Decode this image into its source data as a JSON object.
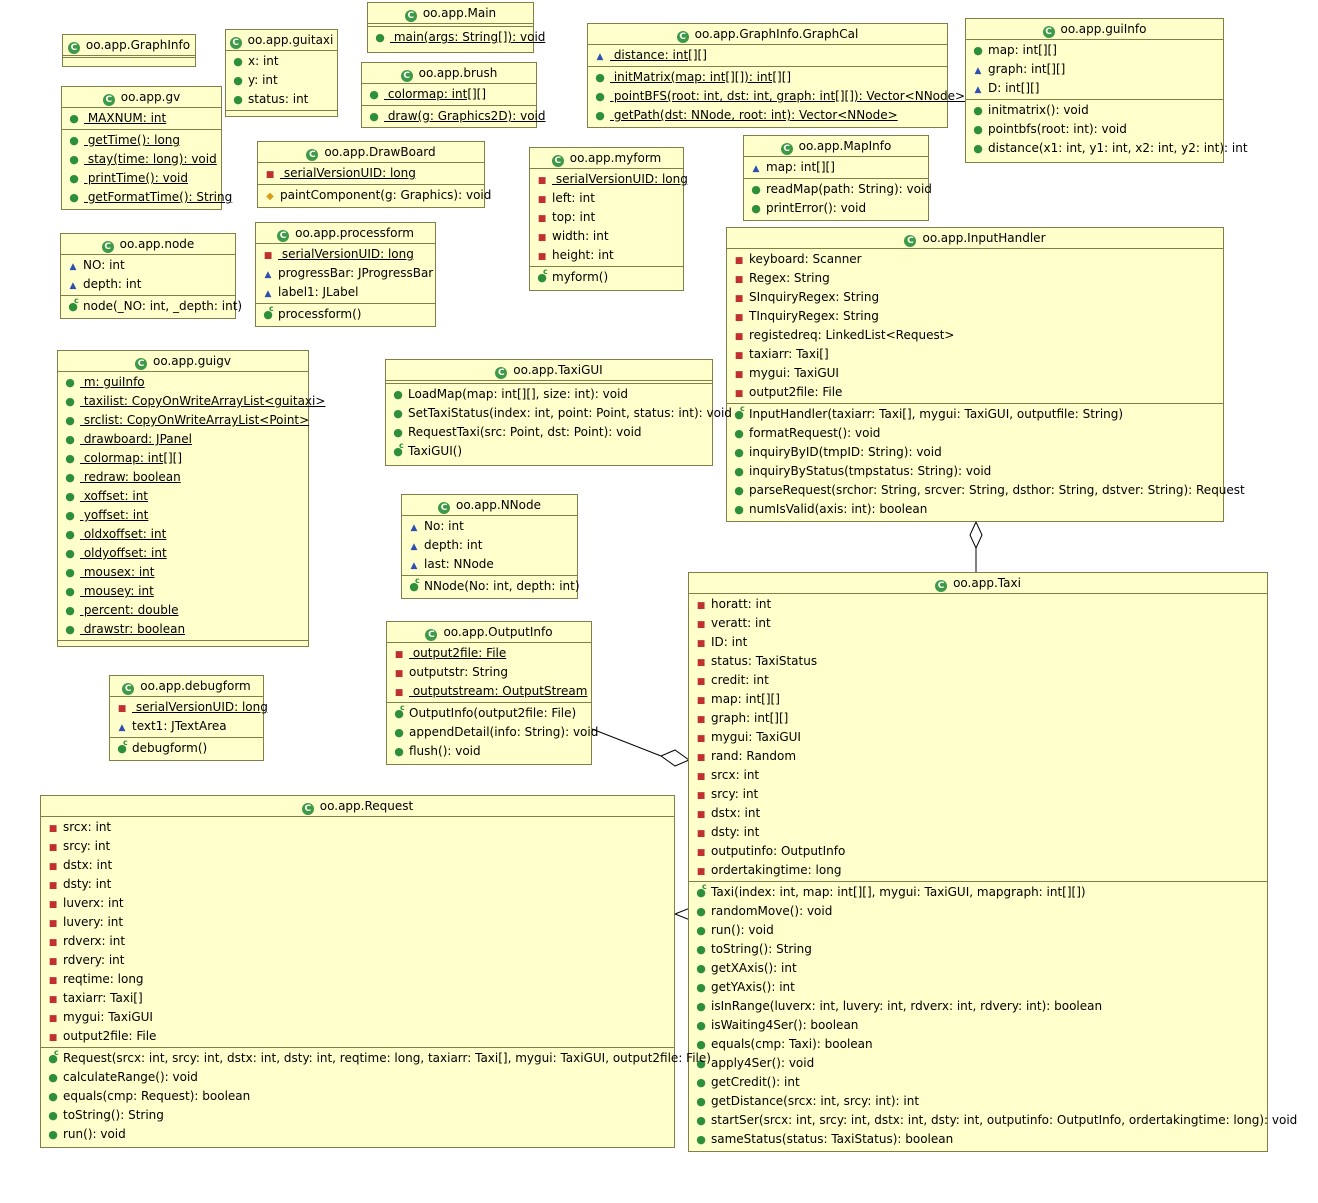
{
  "classes": {
    "graphinfo": {
      "name": "oo.app.GraphInfo",
      "attrs": [],
      "ops": []
    },
    "guitaxi": {
      "name": "oo.app.guitaxi",
      "attrs": [
        {
          "v": "public",
          "t": "x: int"
        },
        {
          "v": "public",
          "t": "y: int"
        },
        {
          "v": "public",
          "t": "status: int"
        }
      ],
      "ops": []
    },
    "main": {
      "name": "oo.app.Main",
      "attrs": [],
      "ops": [
        {
          "v": "public",
          "t": " main(args: String[]): void",
          "s": true
        }
      ]
    },
    "brush": {
      "name": "oo.app.brush",
      "attrs": [
        {
          "v": "public",
          "t": " colormap: int[][]",
          "s": true
        }
      ],
      "ops": [
        {
          "v": "public",
          "t": " draw(g: Graphics2D): void",
          "s": true
        }
      ]
    },
    "graphcal": {
      "name": "oo.app.GraphInfo.GraphCal",
      "attrs": [
        {
          "v": "package",
          "t": " distance: int[][]",
          "s": true
        }
      ],
      "ops": [
        {
          "v": "public",
          "t": " initMatrix(map: int[][]): int[][]",
          "s": true
        },
        {
          "v": "public",
          "t": " pointBFS(root: int, dst: int, graph: int[][]): Vector<NNode>",
          "s": true
        },
        {
          "v": "public",
          "t": " getPath(dst: NNode, root: int): Vector<NNode>",
          "s": true
        }
      ]
    },
    "guiinfo": {
      "name": "oo.app.guiInfo",
      "attrs": [
        {
          "v": "public",
          "t": "map: int[][]"
        },
        {
          "v": "package",
          "t": "graph: int[][]"
        },
        {
          "v": "package",
          "t": "D: int[][]"
        }
      ],
      "ops": [
        {
          "v": "public",
          "t": "initmatrix(): void"
        },
        {
          "v": "public",
          "t": "pointbfs(root: int): void"
        },
        {
          "v": "public",
          "t": "distance(x1: int, y1: int, x2: int, y2: int): int"
        }
      ]
    },
    "gv": {
      "name": "oo.app.gv",
      "attrs": [
        {
          "v": "public",
          "t": " MAXNUM: int",
          "s": true
        }
      ],
      "ops": [
        {
          "v": "public",
          "t": " getTime(): long",
          "s": true
        },
        {
          "v": "public",
          "t": " stay(time: long): void",
          "s": true
        },
        {
          "v": "public",
          "t": " printTime(): void",
          "s": true
        },
        {
          "v": "public",
          "t": " getFormatTime(): String",
          "s": true
        }
      ]
    },
    "drawboard": {
      "name": "oo.app.DrawBoard",
      "attrs": [
        {
          "v": "private",
          "t": " serialVersionUID: long",
          "s": true
        }
      ],
      "ops": [
        {
          "v": "protected",
          "t": "paintComponent(g: Graphics): void"
        }
      ]
    },
    "myform": {
      "name": "oo.app.myform",
      "attrs": [
        {
          "v": "private",
          "t": " serialVersionUID: long",
          "s": true
        },
        {
          "v": "private",
          "t": "left: int"
        },
        {
          "v": "private",
          "t": "top: int"
        },
        {
          "v": "private",
          "t": "width: int"
        },
        {
          "v": "private",
          "t": "height: int"
        }
      ],
      "ops": [
        {
          "v": "ctor",
          "t": "myform()"
        }
      ]
    },
    "mapinfo": {
      "name": "oo.app.MapInfo",
      "attrs": [
        {
          "v": "package",
          "t": "map: int[][]"
        }
      ],
      "ops": [
        {
          "v": "public",
          "t": "readMap(path: String): void"
        },
        {
          "v": "public",
          "t": "printError(): void"
        }
      ]
    },
    "node": {
      "name": "oo.app.node",
      "attrs": [
        {
          "v": "package",
          "t": "NO: int"
        },
        {
          "v": "package",
          "t": "depth: int"
        }
      ],
      "ops": [
        {
          "v": "ctor",
          "t": "node(_NO: int, _depth: int)"
        }
      ]
    },
    "processform": {
      "name": "oo.app.processform",
      "attrs": [
        {
          "v": "private",
          "t": " serialVersionUID: long",
          "s": true
        },
        {
          "v": "package",
          "t": "progressBar: JProgressBar"
        },
        {
          "v": "package",
          "t": "label1: JLabel"
        }
      ],
      "ops": [
        {
          "v": "ctor",
          "t": "processform()"
        }
      ]
    },
    "inputhandler": {
      "name": "oo.app.InputHandler",
      "attrs": [
        {
          "v": "private",
          "t": "keyboard: Scanner"
        },
        {
          "v": "private",
          "t": "Regex: String"
        },
        {
          "v": "private",
          "t": "SInquiryRegex: String"
        },
        {
          "v": "private",
          "t": "TInquiryRegex: String"
        },
        {
          "v": "private",
          "t": "registedreq: LinkedList<Request>"
        },
        {
          "v": "private",
          "t": "taxiarr: Taxi[]"
        },
        {
          "v": "private",
          "t": "mygui: TaxiGUI"
        },
        {
          "v": "private",
          "t": "output2file: File"
        }
      ],
      "ops": [
        {
          "v": "ctor",
          "t": "InputHandler(taxiarr: Taxi[], mygui: TaxiGUI, outputfile: String)"
        },
        {
          "v": "public",
          "t": "formatRequest(): void"
        },
        {
          "v": "public",
          "t": "inquiryByID(tmpID: String): void"
        },
        {
          "v": "public",
          "t": "inquiryByStatus(tmpstatus: String): void"
        },
        {
          "v": "public",
          "t": "parseRequest(srchor: String, srcver: String, dsthor: String, dstver: String): Request"
        },
        {
          "v": "public",
          "t": "numIsValid(axis: int): boolean"
        }
      ]
    },
    "guigv": {
      "name": "oo.app.guigv",
      "attrs": [
        {
          "v": "public",
          "t": " m: guiInfo",
          "s": true
        },
        {
          "v": "public",
          "t": " taxilist: CopyOnWriteArrayList<guitaxi>",
          "s": true
        },
        {
          "v": "public",
          "t": " srclist: CopyOnWriteArrayList<Point>",
          "s": true
        },
        {
          "v": "public",
          "t": " drawboard: JPanel",
          "s": true
        },
        {
          "v": "public",
          "t": " colormap: int[][]",
          "s": true
        },
        {
          "v": "public",
          "t": " redraw: boolean",
          "s": true
        },
        {
          "v": "public",
          "t": " xoffset: int",
          "s": true
        },
        {
          "v": "public",
          "t": " yoffset: int",
          "s": true
        },
        {
          "v": "public",
          "t": " oldxoffset: int",
          "s": true
        },
        {
          "v": "public",
          "t": " oldyoffset: int",
          "s": true
        },
        {
          "v": "public",
          "t": " mousex: int",
          "s": true
        },
        {
          "v": "public",
          "t": " mousey: int",
          "s": true
        },
        {
          "v": "public",
          "t": " percent: double",
          "s": true
        },
        {
          "v": "public",
          "t": " drawstr: boolean",
          "s": true
        }
      ],
      "ops": []
    },
    "taxigui": {
      "name": "oo.app.TaxiGUI",
      "attrs": [],
      "ops": [
        {
          "v": "public",
          "t": "LoadMap(map: int[][], size: int): void"
        },
        {
          "v": "public",
          "t": "SetTaxiStatus(index: int, point: Point, status: int): void"
        },
        {
          "v": "public",
          "t": "RequestTaxi(src: Point, dst: Point): void"
        },
        {
          "v": "ctor",
          "t": "TaxiGUI()"
        }
      ]
    },
    "nnode": {
      "name": "oo.app.NNode",
      "attrs": [
        {
          "v": "package",
          "t": "No: int"
        },
        {
          "v": "package",
          "t": "depth: int"
        },
        {
          "v": "package",
          "t": "last: NNode"
        }
      ],
      "ops": [
        {
          "v": "ctor",
          "t": "NNode(No: int, depth: int)"
        }
      ]
    },
    "outputinfo": {
      "name": "oo.app.OutputInfo",
      "attrs": [
        {
          "v": "private",
          "t": " output2file: File",
          "s": true
        },
        {
          "v": "private",
          "t": "outputstr: String"
        },
        {
          "v": "private",
          "t": " outputstream: OutputStream",
          "s": true
        }
      ],
      "ops": [
        {
          "v": "ctor",
          "t": "OutputInfo(output2file: File)"
        },
        {
          "v": "public",
          "t": "appendDetail(info: String): void"
        },
        {
          "v": "public",
          "t": "flush(): void"
        }
      ]
    },
    "debugform": {
      "name": "oo.app.debugform",
      "attrs": [
        {
          "v": "private",
          "t": " serialVersionUID: long",
          "s": true
        },
        {
          "v": "package",
          "t": "text1: JTextArea"
        }
      ],
      "ops": [
        {
          "v": "ctor",
          "t": "debugform()"
        }
      ]
    },
    "taxi": {
      "name": "oo.app.Taxi",
      "attrs": [
        {
          "v": "private",
          "t": "horatt: int"
        },
        {
          "v": "private",
          "t": "veratt: int"
        },
        {
          "v": "private",
          "t": "ID: int"
        },
        {
          "v": "private",
          "t": "status: TaxiStatus"
        },
        {
          "v": "private",
          "t": "credit: int"
        },
        {
          "v": "private",
          "t": "map: int[][]"
        },
        {
          "v": "private",
          "t": "graph: int[][]"
        },
        {
          "v": "private",
          "t": "mygui: TaxiGUI"
        },
        {
          "v": "private",
          "t": "rand: Random"
        },
        {
          "v": "private",
          "t": "srcx: int"
        },
        {
          "v": "private",
          "t": "srcy: int"
        },
        {
          "v": "private",
          "t": "dstx: int"
        },
        {
          "v": "private",
          "t": "dsty: int"
        },
        {
          "v": "private",
          "t": "outputinfo: OutputInfo"
        },
        {
          "v": "private",
          "t": "ordertakingtime: long"
        }
      ],
      "ops": [
        {
          "v": "ctor",
          "t": "Taxi(index: int, map: int[][], mygui: TaxiGUI, mapgraph: int[][])"
        },
        {
          "v": "public",
          "t": "randomMove(): void"
        },
        {
          "v": "public",
          "t": "run(): void"
        },
        {
          "v": "public",
          "t": "toString(): String"
        },
        {
          "v": "public",
          "t": "getXAxis(): int"
        },
        {
          "v": "public",
          "t": "getYAxis(): int"
        },
        {
          "v": "public",
          "t": "isInRange(luverx: int, luvery: int, rdverx: int, rdvery: int): boolean"
        },
        {
          "v": "public",
          "t": "isWaiting4Ser(): boolean"
        },
        {
          "v": "public",
          "t": "equals(cmp: Taxi): boolean"
        },
        {
          "v": "public",
          "t": "apply4Ser(): void"
        },
        {
          "v": "public",
          "t": "getCredit(): int"
        },
        {
          "v": "public",
          "t": "getDistance(srcx: int, srcy: int): int"
        },
        {
          "v": "public",
          "t": "startSer(srcx: int, srcy: int, dstx: int, dsty: int, outputinfo: OutputInfo, ordertakingtime: long): void"
        },
        {
          "v": "public",
          "t": "sameStatus(status: TaxiStatus): boolean"
        }
      ]
    },
    "request": {
      "name": "oo.app.Request",
      "attrs": [
        {
          "v": "private",
          "t": "srcx: int"
        },
        {
          "v": "private",
          "t": "srcy: int"
        },
        {
          "v": "private",
          "t": "dstx: int"
        },
        {
          "v": "private",
          "t": "dsty: int"
        },
        {
          "v": "private",
          "t": "luverx: int"
        },
        {
          "v": "private",
          "t": "luvery: int"
        },
        {
          "v": "private",
          "t": "rdverx: int"
        },
        {
          "v": "private",
          "t": "rdvery: int"
        },
        {
          "v": "private",
          "t": "reqtime: long"
        },
        {
          "v": "private",
          "t": "taxiarr: Taxi[]"
        },
        {
          "v": "private",
          "t": "mygui: TaxiGUI"
        },
        {
          "v": "private",
          "t": "output2file: File"
        }
      ],
      "ops": [
        {
          "v": "ctor",
          "t": "Request(srcx: int, srcy: int, dstx: int, dsty: int, reqtime: long, taxiarr: Taxi[], mygui: TaxiGUI, output2file: File)"
        },
        {
          "v": "public",
          "t": "calculateRange(): void"
        },
        {
          "v": "public",
          "t": "equals(cmp: Request): boolean"
        },
        {
          "v": "public",
          "t": "toString(): String"
        },
        {
          "v": "public",
          "t": "run(): void"
        }
      ]
    }
  },
  "icons": {
    "class_glyph": "C",
    "visibility": {
      "public": "●",
      "private": "■",
      "package": "▲",
      "protected": "◆",
      "ctor": "●"
    }
  },
  "colors": {
    "class_fill": "#ffffcc",
    "class_border": "#7f7f4a",
    "class_icon": "#3f9a48",
    "private": "#c03030",
    "package": "#2f4fb0",
    "public": "#2e8f3a",
    "protected": "#d99c1a"
  }
}
